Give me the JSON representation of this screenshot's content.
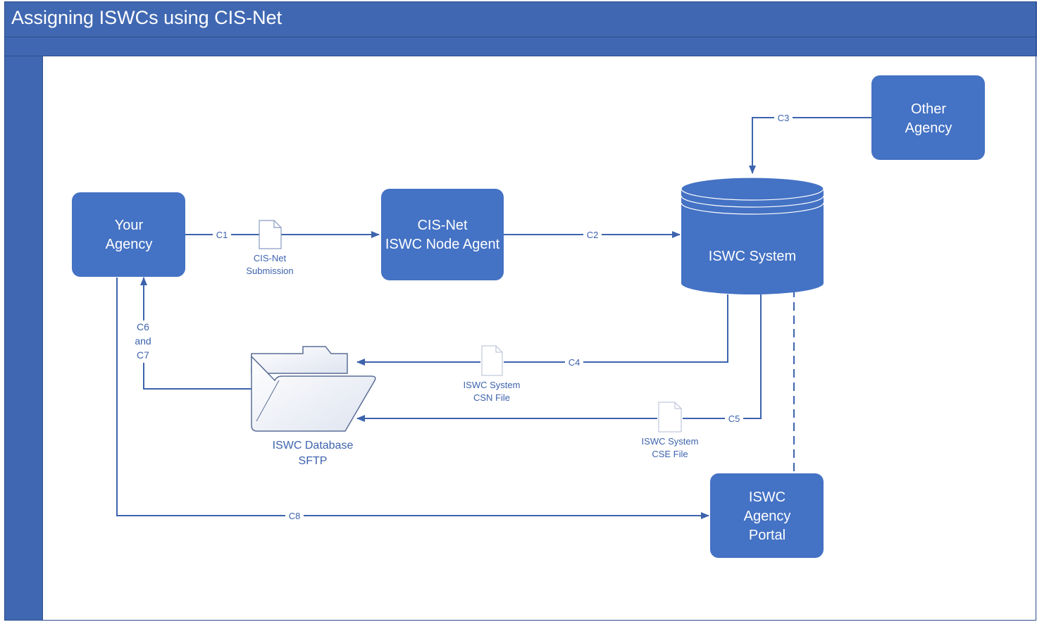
{
  "title": "Assigning ISWCs using CIS-Net",
  "colors": {
    "header": "#4068b2",
    "node_fill": "#4472c4",
    "line": "#3d63ad",
    "text_on_node": "#ffffff"
  },
  "nodes": {
    "your_agency": [
      "Your",
      "Agency"
    ],
    "cisnet_agent": [
      "CIS-Net",
      "ISWC Node Agent"
    ],
    "iswc_system": [
      "ISWC System"
    ],
    "other_agency": [
      "Other",
      "Agency"
    ],
    "agency_portal": [
      "ISWC",
      "Agency",
      "Portal"
    ],
    "sftp": [
      "ISWC Database",
      "SFTP"
    ]
  },
  "connectors": {
    "c1": "C1",
    "c2": "C2",
    "c3": "C3",
    "c4": "C4",
    "c5": "C5",
    "c6_c7": [
      "C6",
      "and",
      "C7"
    ],
    "c8": "C8"
  },
  "documents": {
    "cisnet_submission": [
      "CIS-Net",
      "Submission"
    ],
    "csn_file": [
      "ISWC System",
      "CSN File"
    ],
    "cse_file": [
      "ISWC System",
      "CSE File"
    ]
  }
}
